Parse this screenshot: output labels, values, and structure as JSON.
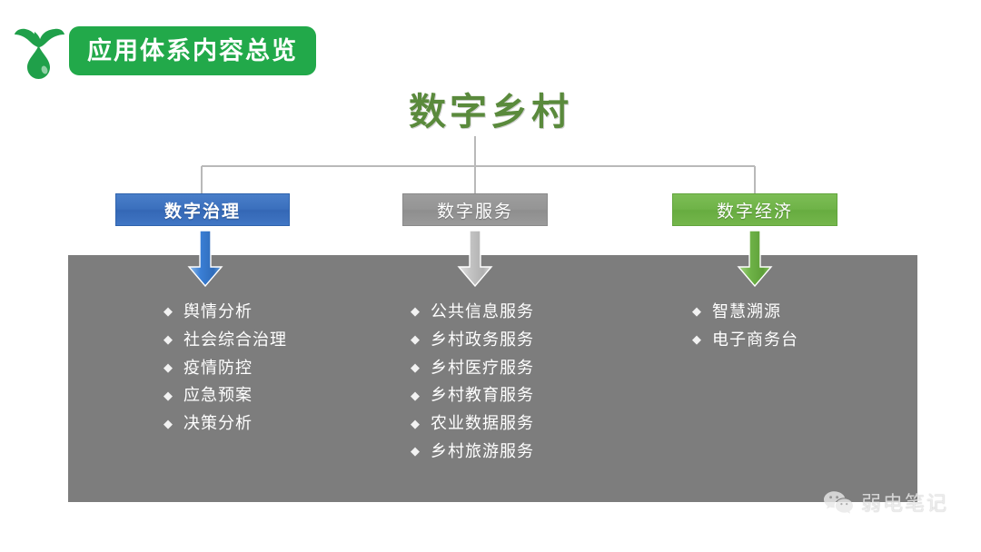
{
  "header": {
    "logo_icon": "sprout-droplet-icon",
    "badge_label": "应用体系内容总览",
    "badge_color": "#22a94a"
  },
  "main": {
    "title": "数字乡村",
    "title_color": "#5a8a3c"
  },
  "categories": [
    {
      "id": "governance",
      "label": "数字治理",
      "color": "#3a6fbd",
      "arrow_color": "#3a7fd5"
    },
    {
      "id": "services",
      "label": "数字服务",
      "color": "#959595",
      "arrow_color": "#bdbdbd"
    },
    {
      "id": "economy",
      "label": "数字经济",
      "color": "#6fb348",
      "arrow_color": "#6fb348"
    }
  ],
  "panel": {
    "background_color": "#7d7d7d",
    "bullet_glyph": "◆",
    "columns": [
      {
        "id": "governance-items",
        "items": [
          "舆情分析",
          "社会综合治理",
          "疫情防控",
          "应急预案",
          "决策分析"
        ]
      },
      {
        "id": "services-items",
        "items": [
          "公共信息服务",
          "乡村政务服务",
          "乡村医疗服务",
          "乡村教育服务",
          "农业数据服务",
          "乡村旅游服务"
        ]
      },
      {
        "id": "economy-items",
        "items": [
          "智慧溯源",
          "电子商务台"
        ]
      }
    ]
  },
  "watermark": {
    "icon": "wechat-icon",
    "text": "弱电笔记"
  }
}
